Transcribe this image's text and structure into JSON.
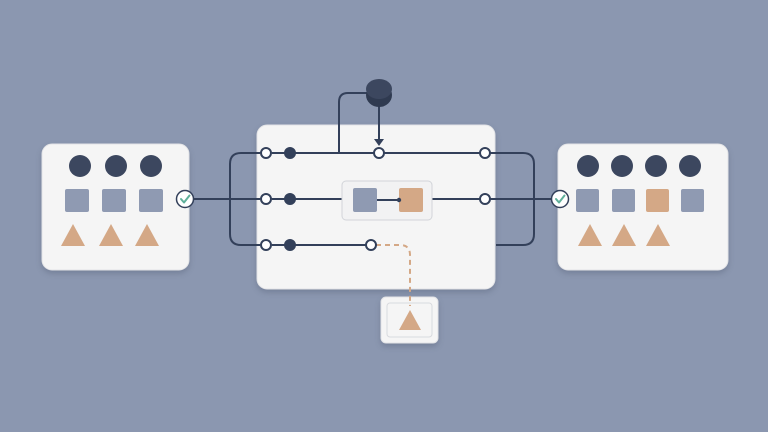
{
  "colors": {
    "background": "#8b97b0",
    "panel": "#f5f5f5",
    "panel_border": "#e2e3e6",
    "line": "#33405a",
    "dark_circle": "#3c475f",
    "gray_square": "#8f9ab2",
    "tan": "#d4a886",
    "dashed_path": "#d4a886",
    "check": "#5fb09a"
  },
  "left_panel": {
    "row1": [
      "circle-dark",
      "circle-dark",
      "circle-dark"
    ],
    "row2": [
      "square-gray",
      "square-gray",
      "square-gray"
    ],
    "row3": [
      "triangle-tan",
      "triangle-tan",
      "triangle-tan"
    ],
    "status_icon": "check-icon"
  },
  "center_panel": {
    "top_input": "circle-dark",
    "channels": 3,
    "transform_node": [
      "square-gray",
      "square-tan"
    ]
  },
  "right_panel": {
    "row1": [
      "circle-dark",
      "circle-dark",
      "circle-dark",
      "circle-dark"
    ],
    "row2": [
      "square-gray",
      "square-gray",
      "square-tan",
      "square-gray"
    ],
    "row3": [
      "triangle-tan",
      "triangle-tan",
      "triangle-tan"
    ],
    "status_icon": "check-icon"
  },
  "output_box": {
    "items": [
      "triangle-tan"
    ]
  }
}
